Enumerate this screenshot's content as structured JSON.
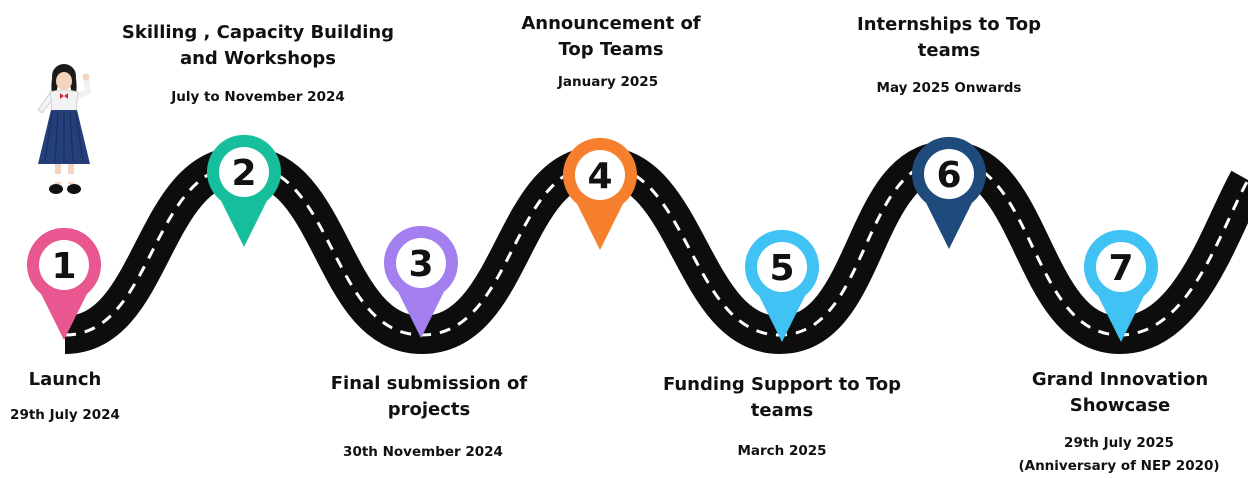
{
  "milestones": [
    {
      "number": "1",
      "title": "Launch",
      "date": "29th July 2024",
      "color": "#e8578f"
    },
    {
      "number": "2",
      "title": "Skilling , Capacity Building and Workshops",
      "date": "July to November 2024",
      "color": "#17be9b"
    },
    {
      "number": "3",
      "title": "Final submission of projects",
      "date": "30th November 2024",
      "color": "#a47ff0"
    },
    {
      "number": "4",
      "title": "Announcement of Top Teams",
      "date": "January 2025",
      "color": "#f67f2d"
    },
    {
      "number": "5",
      "title": "Funding Support to Top teams",
      "date": "March 2025",
      "color": "#41c2f5"
    },
    {
      "number": "6",
      "title": "Internships to Top teams",
      "date": "May 2025 Onwards",
      "color": "#1f4b7c"
    },
    {
      "number": "7",
      "title": "Grand Innovation Showcase",
      "date": "29th July 2025",
      "note": "(Anniversary of NEP 2020)",
      "color": "#41c2f5"
    }
  ],
  "road_color": "#0d0d0d",
  "dash_color": "#ffffff"
}
